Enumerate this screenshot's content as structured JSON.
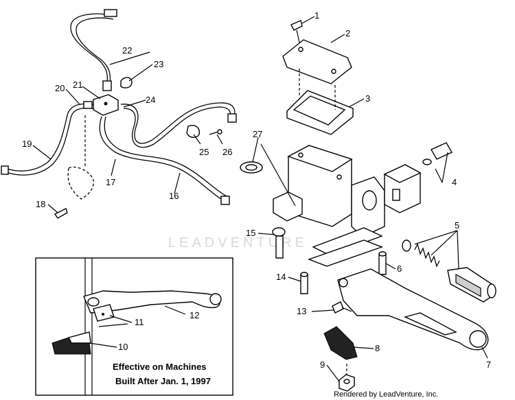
{
  "diagram": {
    "callouts": [
      "1",
      "2",
      "3",
      "4",
      "5",
      "6",
      "7",
      "8",
      "9",
      "10",
      "11",
      "12",
      "13",
      "14",
      "15",
      "16",
      "17",
      "18",
      "19",
      "20",
      "21",
      "22",
      "23",
      "24",
      "25",
      "26",
      "27"
    ],
    "inset_note_line1": "Effective on Machines",
    "inset_note_line2": "Built After Jan. 1, 1997",
    "watermark": "LEADVENTURE",
    "credit": "Rendered by LeadVenture, Inc."
  }
}
